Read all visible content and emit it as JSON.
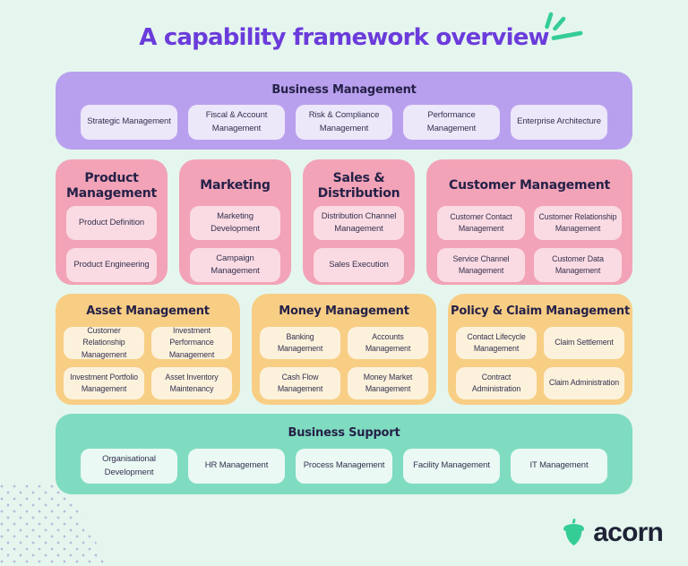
{
  "page": {
    "title": "A capability framework overview"
  },
  "colors": {
    "background": "#E5F6EE",
    "title": "#6B3CDB",
    "heading_text": "#252148",
    "card_text": "#33314F",
    "purple_panel": "#B9A0EE",
    "purple_card": "#EDE7FA",
    "pink_panel": "#F2A3B7",
    "pink_card": "#FBDBE3",
    "yellow_panel": "#F8CE85",
    "yellow_card": "#FCF2DC",
    "teal_panel": "#7FDCC0",
    "teal_card": "#EAF9F4",
    "accent_green": "#35CD96",
    "dots": "#B7BEDC"
  },
  "sections": {
    "business_management": {
      "title": "Business Management",
      "items": [
        "Strategic Management",
        "Fiscal & Account Management",
        "Risk & Compliance Management",
        "Performance Management",
        "Enterprise Architecture"
      ]
    },
    "product_management": {
      "title": "Product Management",
      "items": [
        "Product Definition",
        "Product Engineering"
      ]
    },
    "marketing": {
      "title": "Marketing",
      "items": [
        "Marketing Development",
        "Campaign Management"
      ]
    },
    "sales_distribution": {
      "title": "Sales & Distribution",
      "items": [
        "Distribution Channel Management",
        "Sales Execution"
      ]
    },
    "customer_management": {
      "title": "Customer Management",
      "items": [
        "Customer Contact Management",
        "Customer Relationship Management",
        "Service Channel Management",
        "Customer Data Management"
      ]
    },
    "asset_management": {
      "title": "Asset Management",
      "items": [
        "Customer Relationship Management",
        "Investment Performance Management",
        "Investment Portfolio Management",
        "Asset Inventory Maintenancy"
      ]
    },
    "money_management": {
      "title": "Money Management",
      "items": [
        "Banking Management",
        "Accounts Management",
        "Cash Flow Management",
        "Money Market Management"
      ]
    },
    "policy_claim_management": {
      "title": "Policy & Claim Management",
      "items": [
        "Contact Lifecycle Management",
        "Claim Settlement",
        "Contract Administration",
        "Claim Administration"
      ]
    },
    "business_support": {
      "title": "Business Support",
      "items": [
        "Organisational Development",
        "HR Management",
        "Process Management",
        "Facility Management",
        "IT Management"
      ]
    }
  },
  "logo": {
    "text": "acorn"
  }
}
